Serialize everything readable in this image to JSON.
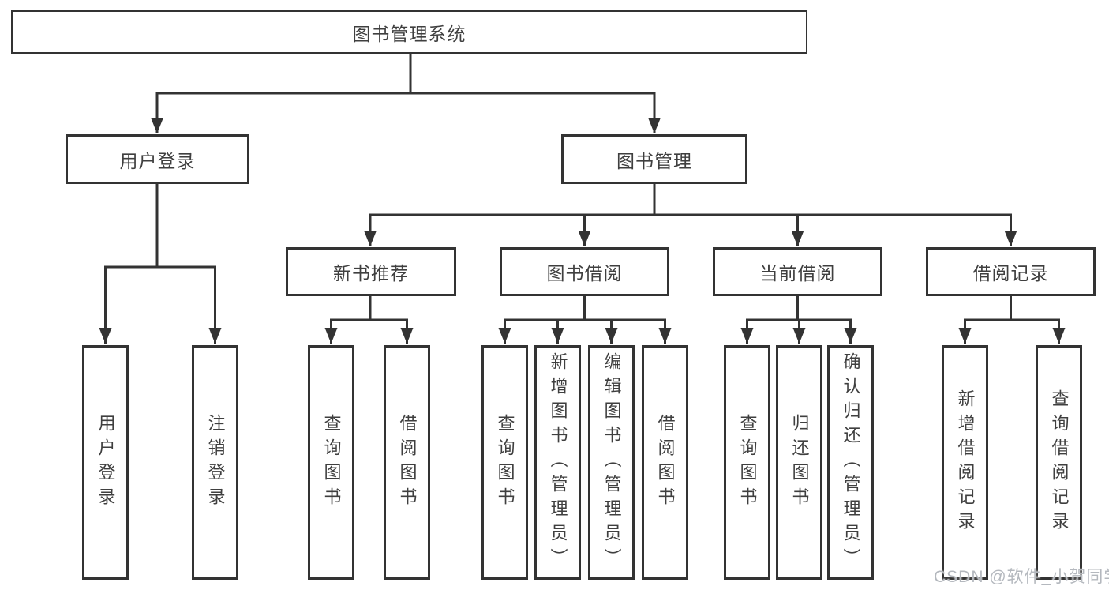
{
  "tree": {
    "root": {
      "label": "图书管理系统",
      "children": [
        {
          "label": "用户登录",
          "children": [
            {
              "label": "用户登录"
            },
            {
              "label": "注销登录"
            }
          ]
        },
        {
          "label": "图书管理",
          "children": [
            {
              "label": "新书推荐",
              "children": [
                {
                  "label": "查询图书"
                },
                {
                  "label": "借阅图书"
                }
              ]
            },
            {
              "label": "图书借阅",
              "children": [
                {
                  "label": "查询图书"
                },
                {
                  "label": "新增图书（管理员）"
                },
                {
                  "label": "编辑图书（管理员）"
                },
                {
                  "label": "借阅图书"
                }
              ]
            },
            {
              "label": "当前借阅",
              "children": [
                {
                  "label": "查询图书"
                },
                {
                  "label": "归还图书"
                },
                {
                  "label": "确认归还（管理员）"
                }
              ]
            },
            {
              "label": "借阅记录",
              "children": [
                {
                  "label": "新增借阅记录"
                },
                {
                  "label": "查询借阅记录"
                }
              ]
            }
          ]
        }
      ]
    }
  },
  "watermark": {
    "text": "CSDN @软件_小贺同学"
  },
  "colors": {
    "line": "#333333",
    "text": "#3f3f3f",
    "watermark": "#b4b8be",
    "background": "#ffffff"
  }
}
